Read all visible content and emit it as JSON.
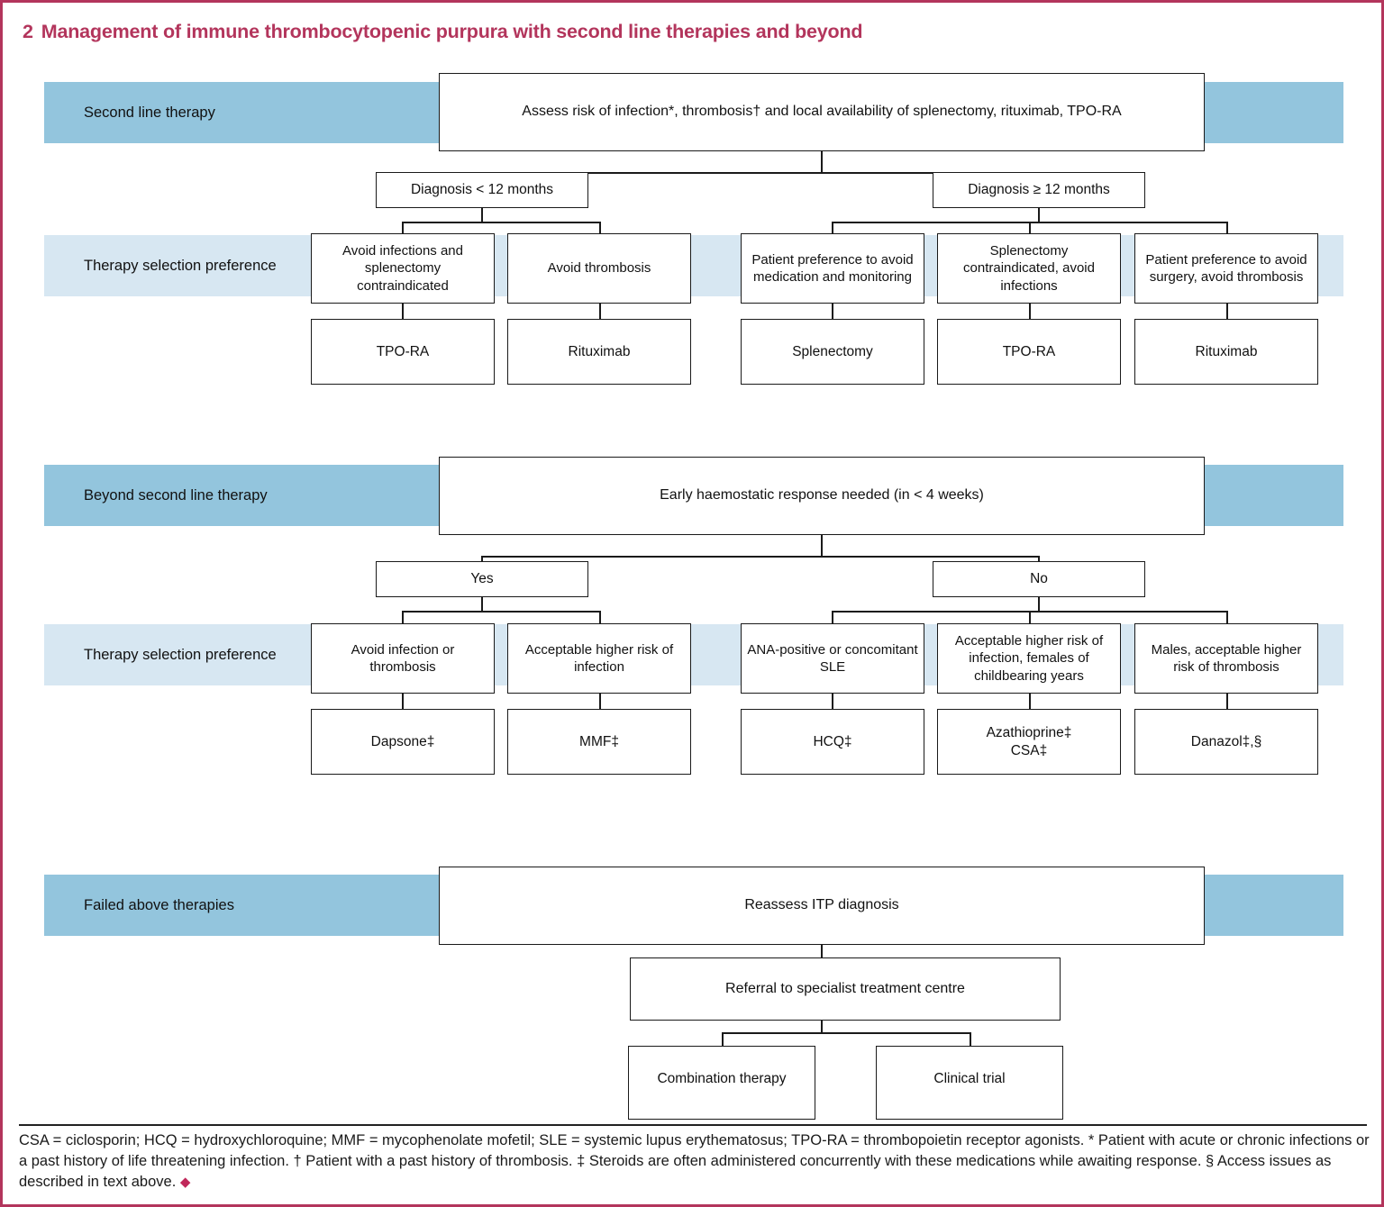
{
  "figure": {
    "number": "2",
    "title": "Management of immune thrombocytopenic purpura with second line therapies and beyond",
    "accent_color": "#b3355c",
    "band_dark_color": "#93c5dd",
    "band_light_color": "#d7e7f2"
  },
  "bands": {
    "second_line": "Second line therapy",
    "therapy_pref_1": "Therapy selection preference",
    "beyond_second_line": "Beyond second line therapy",
    "therapy_pref_2": "Therapy selection preference",
    "failed_above": "Failed above therapies"
  },
  "section1": {
    "root": "Assess risk of infection*, thrombosis† and local availability of splenectomy, rituximab, TPO-RA",
    "branch_left": "Diagnosis < 12 months",
    "branch_right": "Diagnosis ≥ 12 months",
    "prefs": [
      "Avoid infections and splenectomy contraindicated",
      "Avoid thrombosis",
      "Patient preference to avoid medication and monitoring",
      "Splenectomy contraindicated, avoid infections",
      "Patient preference to avoid surgery, avoid thrombosis"
    ],
    "therapies": [
      "TPO-RA",
      "Rituximab",
      "Splenectomy",
      "TPO-RA",
      "Rituximab"
    ]
  },
  "section2": {
    "root": "Early haemostatic response needed (in < 4 weeks)",
    "branch_left": "Yes",
    "branch_right": "No",
    "prefs": [
      "Avoid infection or thrombosis",
      "Acceptable higher risk of infection",
      "ANA-positive or concomitant SLE",
      "Acceptable higher risk of infection, females of childbearing years",
      "Males, acceptable higher risk of thrombosis"
    ],
    "therapies": [
      "Dapsone‡",
      "MMF‡",
      "HCQ‡",
      "Azathioprine‡ CSA‡",
      "Danazol‡,§"
    ],
    "therapy_azathioprine_line1": "Azathioprine‡",
    "therapy_azathioprine_line2": "CSA‡"
  },
  "section3": {
    "root": "Reassess ITP diagnosis",
    "referral": "Referral to specialist treatment centre",
    "options": [
      "Combination therapy",
      "Clinical trial"
    ]
  },
  "footnote": {
    "text": "CSA = ciclosporin; HCQ = hydroxychloroquine; MMF = mycophenolate mofetil; SLE = systemic lupus erythematosus; TPO-RA = thrombopoietin receptor agonists. * Patient with acute or chronic infections or a past history of life threatening infection. † Patient with a past history of thrombosis. ‡ Steroids are often administered concurrently with these medications while awaiting response. § Access issues as described in text above.",
    "end_marker": "◆"
  }
}
